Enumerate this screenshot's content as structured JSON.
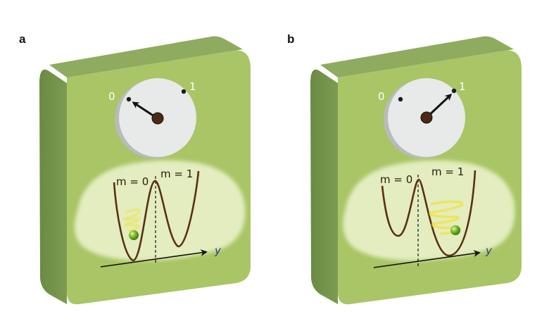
{
  "panels": [
    {
      "label": "a",
      "dial": {
        "mark_0": "0",
        "mark_1": "1",
        "pointer_points_to": "0"
      },
      "potential": {
        "left_well": "m = 0",
        "right_well": "m = 1",
        "axis": "y",
        "particle_in_well": "m = 0"
      }
    },
    {
      "label": "b",
      "dial": {
        "mark_0": "0",
        "mark_1": "1",
        "pointer_points_to": "1"
      },
      "potential": {
        "left_well": "m = 0",
        "right_well": "m = 1",
        "axis": "y",
        "particle_in_well": "m = 1"
      }
    }
  ],
  "colors": {
    "block_front": "#a9c565",
    "block_side": "#6f8f48",
    "block_top": "#8fab5f",
    "cloud": "#e3edc0",
    "dial_face": "#e8e9e9",
    "dial_rim": "#b9bbbb",
    "curve": "#5a3012",
    "particle": "#6aa81e",
    "excitation": "#f2e33a"
  }
}
